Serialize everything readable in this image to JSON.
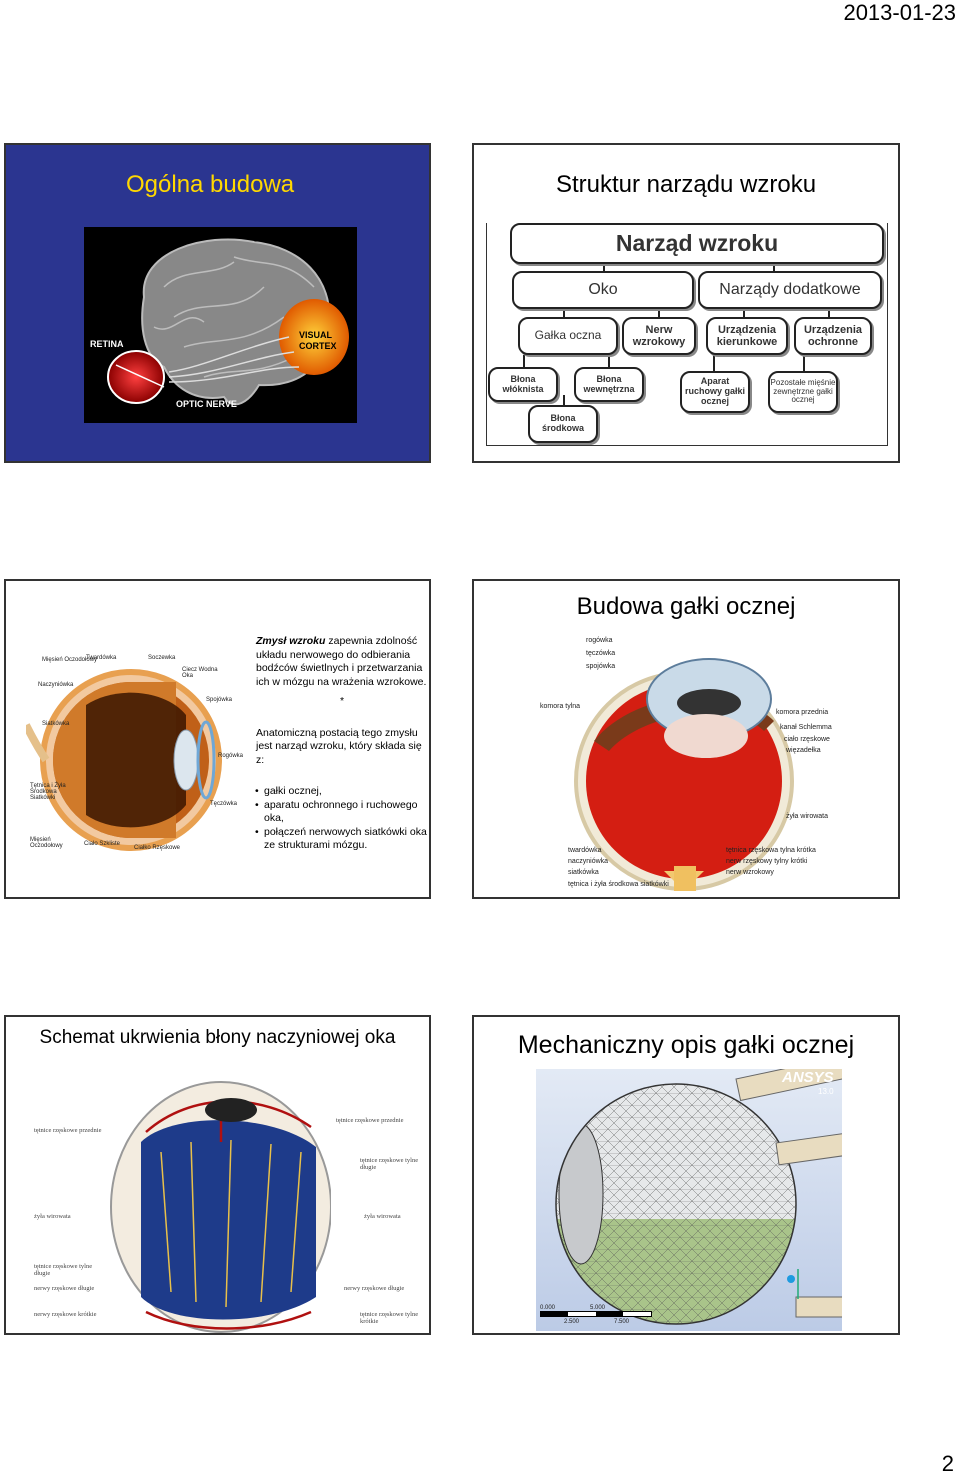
{
  "header": {
    "date": "2013-01-23"
  },
  "footer": {
    "page_number": "2"
  },
  "slides": [
    {
      "title": "Ogólna budowa",
      "labels": {
        "retina": "RETINA",
        "visual_cortex_1": "VISUAL",
        "visual_cortex_2": "CORTEX",
        "optic_nerve": "OPTIC NERVE"
      }
    },
    {
      "title": "Struktur narządu wzroku",
      "diagram": {
        "root": "Narząd wzroku",
        "l1": [
          "Oko",
          "Narządy dodatkowe"
        ],
        "l2": [
          "Gałka oczna",
          "Nerw wzrokowy",
          "Urządzenia kierunkowe",
          "Urządzenia ochronne"
        ],
        "l3": [
          "Błona włóknista",
          "Błona wewnętrzna",
          "Błona środkowa",
          "Aparat ruchowy gałki ocznej",
          "Pozostałe mięśnie zewnętrzne gałki ocznej"
        ]
      }
    },
    {
      "intro_em": "Zmysł wzroku",
      "intro_rest": " zapewnia zdolność układu nerwowego do odbierania bodźców świetlnych i przetwarzania ich w mózgu na wrażenia wzrokowe.",
      "asterisk": "*",
      "para2": "Anatomiczną postacią tego zmysłu jest narząd wzroku, który składa się z:",
      "bullets": [
        "gałki ocznej,",
        "aparatu ochronnego i ruchowego oka,",
        "połączeń nerwowych siatkówki oka ze strukturami mózgu."
      ],
      "figure_labels": [
        "Mięsień Oczodołowy",
        "Twardówka",
        "Soczewka",
        "Ciecz Wodna Oka",
        "Naczyniówka",
        "Spojówka",
        "Siatkówka",
        "Rogówka",
        "Tętnica i Żyła Środkowa Siatkówki",
        "Tęczówka",
        "Mięsień Oczodołowy",
        "Ciało Szkliste",
        "Ciałko Rzęskowe"
      ]
    },
    {
      "title": "Budowa gałki ocznej",
      "figure_labels": [
        "rogówka",
        "tęczówka",
        "spojówka",
        "komora tylna",
        "komora przednia",
        "kanał Schlemma",
        "ciało rzęskowe",
        "więzadełka",
        "żyła wirowata",
        "twardówka",
        "naczyniówka",
        "siatkówka",
        "tętnica i żyła środkowa siatkówki",
        "tętnica rzęskowa tylna krótka",
        "nerw rzęskowy tylny krótki",
        "nerw wzrokowy"
      ]
    },
    {
      "title": "Schemat ukrwienia błony naczyniowej oka",
      "figure_labels": [
        "tętnice rzęskowe przednie",
        "tętnice rzęskowe przednie",
        "tętnice rzęskowe tylne długie",
        "żyła wirowata",
        "żyła wirowata",
        "tętnice rzęskowe tylne długie",
        "nerwy rzęskowe długie",
        "nerwy rzęskowe długie",
        "nerwy rzęskowe krótkie",
        "tętnice rzęskowe tylne krótkie"
      ]
    },
    {
      "title": "Mechaniczny opis gałki ocznej",
      "brand": "ANSYS",
      "version": "13.0",
      "scale": [
        "0.000",
        "5.000",
        "2.500",
        "7.500"
      ]
    }
  ]
}
